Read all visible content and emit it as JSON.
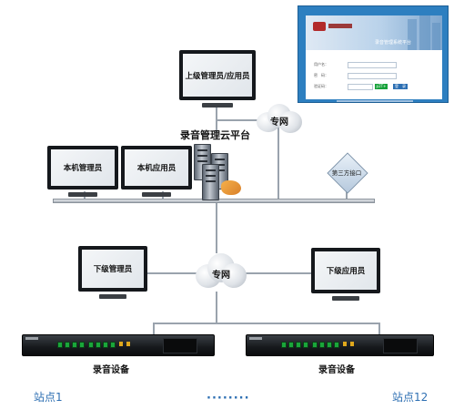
{
  "inset": {
    "app_title": "录音管理系统平台",
    "fields": [
      "用户名：",
      "密　码：",
      "验证码："
    ],
    "captcha": "p2T+",
    "login_button": "登　录"
  },
  "nodes": {
    "upper_admin": "上级管理员/应用员",
    "private_net_top": "专网",
    "cloud_platform": "录音管理云平台",
    "local_admin": "本机管理员",
    "local_user": "本机应用员",
    "third_party": "第三方接口",
    "lower_admin": "下级管理员",
    "private_net_mid": "专网",
    "lower_user": "下级应用员"
  },
  "devices": {
    "left_label": "录音设备",
    "right_label": "录音设备"
  },
  "stations": {
    "left": "站点1",
    "dots": "········",
    "right": "站点12"
  },
  "colors": {
    "station_text": "#2f70b3",
    "inset_bg": "#2d7fc0",
    "captcha": "#17a23a"
  }
}
